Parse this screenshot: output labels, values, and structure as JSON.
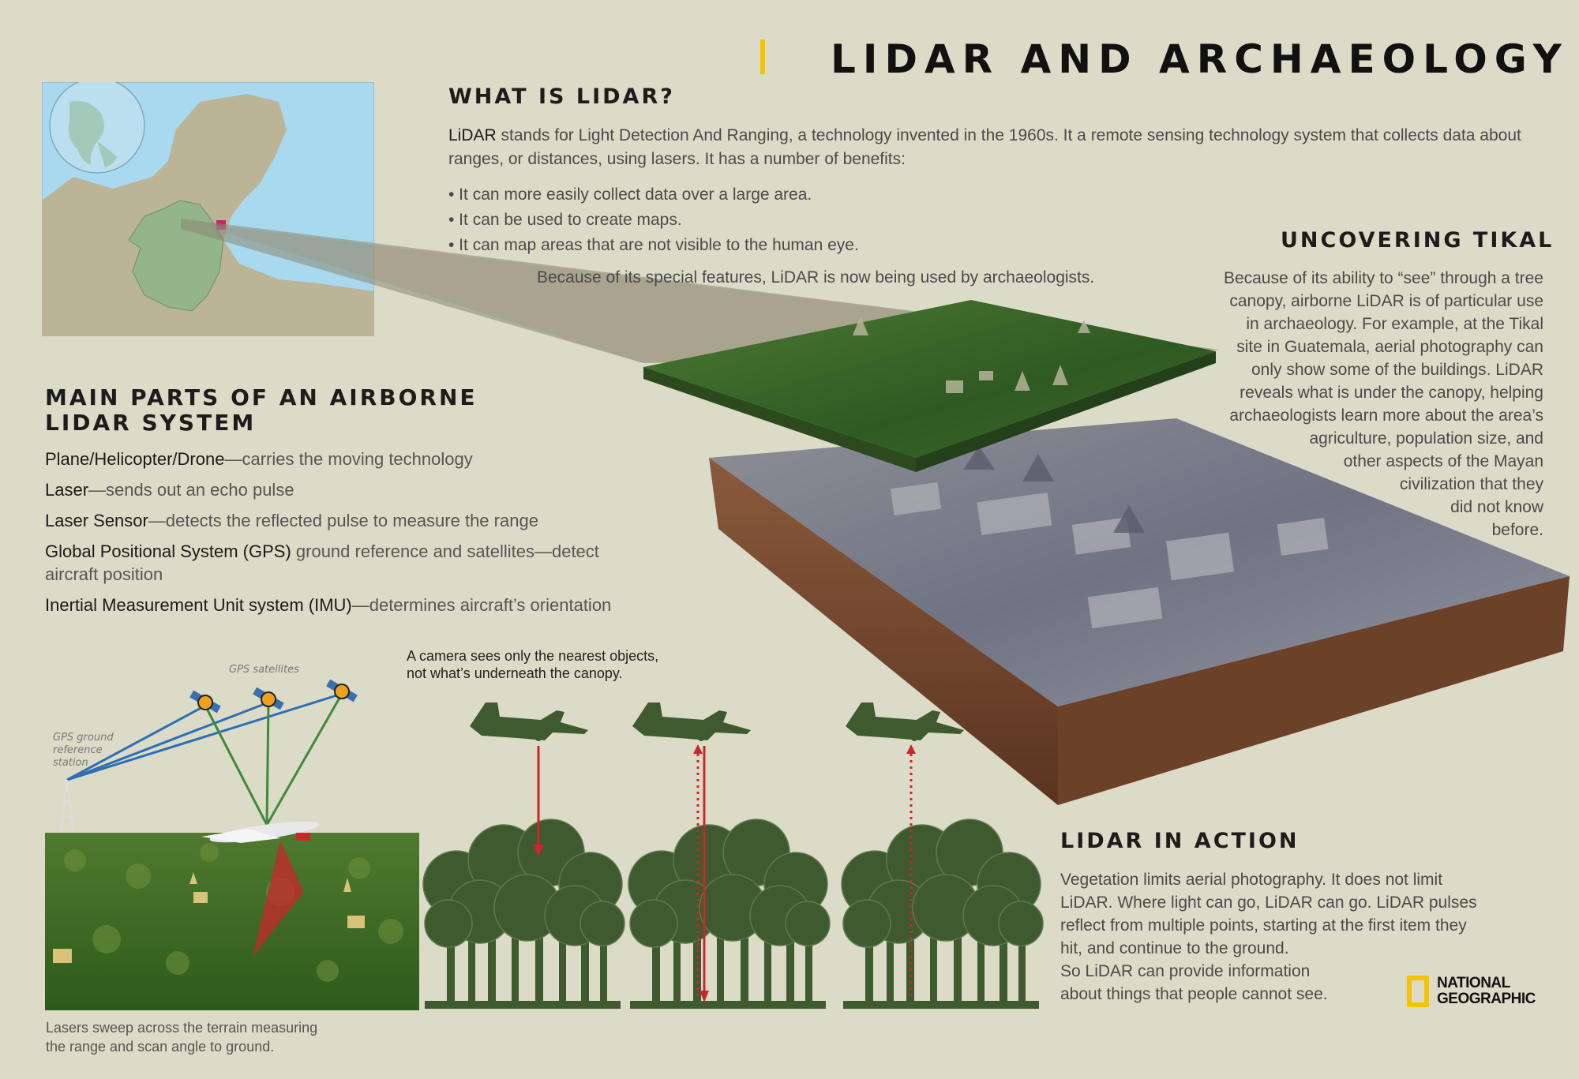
{
  "title": "LIDAR AND ARCHAEOLOGY",
  "what_is": {
    "heading": "WHAT IS LIDAR?",
    "intro_term": "LiDAR",
    "intro_rest": " stands for Light Detection And Ranging, a technology invented in the 1960s. It a remote sensing technology system that collects data about ranges, or distances, using lasers. It has a number of benefits:",
    "bullets": [
      "• It can more easily collect data over a large area.",
      "• It can be used to create maps.",
      "• It can map areas that are not visible to the human eye."
    ],
    "closing": "Because of its special features, LiDAR is now being used by archaeologists."
  },
  "tikal": {
    "heading": "UNCOVERING TIKAL",
    "lines": [
      "Because of its ability to “see” through a tree",
      "canopy, airborne LiDAR is of particular use",
      "in archaeology. For example, at the Tikal",
      "site in Guatemala, aerial photography can",
      "only show some of the buildings. LiDAR",
      "reveals what is under the canopy, helping",
      "archaeologists learn more about the area’s",
      "agriculture, population size, and",
      "other aspects of the Mayan",
      "civilization that they",
      "did not know",
      "before."
    ]
  },
  "main_parts": {
    "heading_line1": "MAIN PARTS OF AN AIRBORNE",
    "heading_line2": "LIDAR SYSTEM",
    "items": [
      {
        "name": "Plane/Helicopter/Drone",
        "desc": "—carries the moving technology"
      },
      {
        "name": "Laser",
        "desc": "—sends out an echo pulse"
      },
      {
        "name": "Laser Sensor",
        "desc": "—detects the reflected pulse to measure the range"
      },
      {
        "name": "Global Positional System (GPS)",
        "desc": " ground reference and satellites—detect aircraft position"
      },
      {
        "name": "Inertial Measurement Unit system (IMU)",
        "desc": "—determines aircraft’s orientation"
      }
    ]
  },
  "gps_diagram": {
    "satellites_label": "GPS satellites",
    "station_label_1": "GPS ground",
    "station_label_2": "reference",
    "station_label_3": "station",
    "caption_1": "Lasers sweep across the terrain measuring",
    "caption_2": "the range and scan angle to ground."
  },
  "camera_note": {
    "line1": "A camera sees only the nearest objects,",
    "line2": "not what’s underneath the canopy."
  },
  "in_action": {
    "heading": "LIDAR IN ACTION",
    "lines": [
      "Vegetation limits aerial photography. It does not limit",
      "LiDAR. Where light can go, LiDAR can go. LiDAR pulses",
      "reflect from multiple points, starting at the first item they",
      "hit, and continue to the ground.",
      "So LiDAR can provide information",
      "about things that people cannot see."
    ]
  },
  "logo": {
    "line1": "NATIONAL",
    "line2": "GEOGRAPHIC"
  },
  "colors": {
    "background": "#dcdbc7",
    "accent_yellow": "#f5c400",
    "tree_green": "#3e5a2e",
    "laser_red": "#c8272c",
    "map_water": "#a9d9ef",
    "map_land": "#bbb497",
    "guatemala": "#93b58c",
    "tikal_marker": "#cc1f6a"
  }
}
